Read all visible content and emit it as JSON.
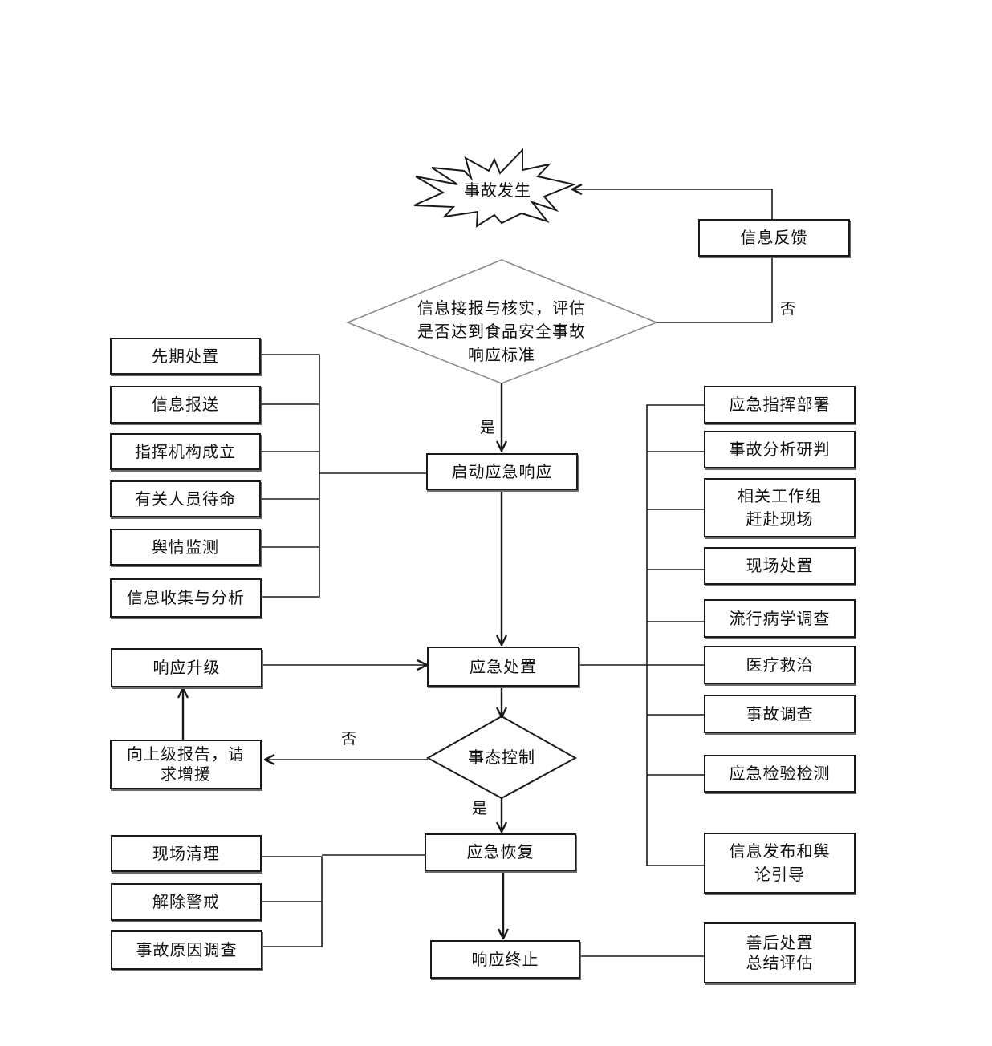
{
  "start": "事故发生",
  "feedback": "信息反馈",
  "assess": {
    "line1": "信息接报与核实，评估",
    "line2": "是否达到食品安全事故",
    "line3": "响应标准"
  },
  "launch": "启动应急响应",
  "left_actions": [
    "先期处置",
    "信息报送",
    "指挥机构成立",
    "有关人员待命",
    "舆情监测",
    "信息收集与分析"
  ],
  "right_actions": {
    "a1": "应急指挥部署",
    "a2": "事故分析研判",
    "a3_line1": "相关工作组",
    "a3_line2": "赶赴现场",
    "a4": "现场处置",
    "a5": "流行病学调查",
    "a6": "医疗救治",
    "a7": "事故调查",
    "a8": "应急检验检测",
    "a9_line1": "信息发布和舆",
    "a9_line2": "论引导"
  },
  "disposal": "应急处置",
  "upgrade": "响应升级",
  "report": {
    "line1": "向上级报告，请",
    "line2": "求增援"
  },
  "control": "事态控制",
  "recovery": "应急恢复",
  "recovery_actions": [
    "现场清理",
    "解除警戒",
    "事故原因调查"
  ],
  "end": "响应终止",
  "aftermath": {
    "line1": "善后处置",
    "line2": "总结评估"
  },
  "labels": {
    "no": "否",
    "yes": "是"
  }
}
